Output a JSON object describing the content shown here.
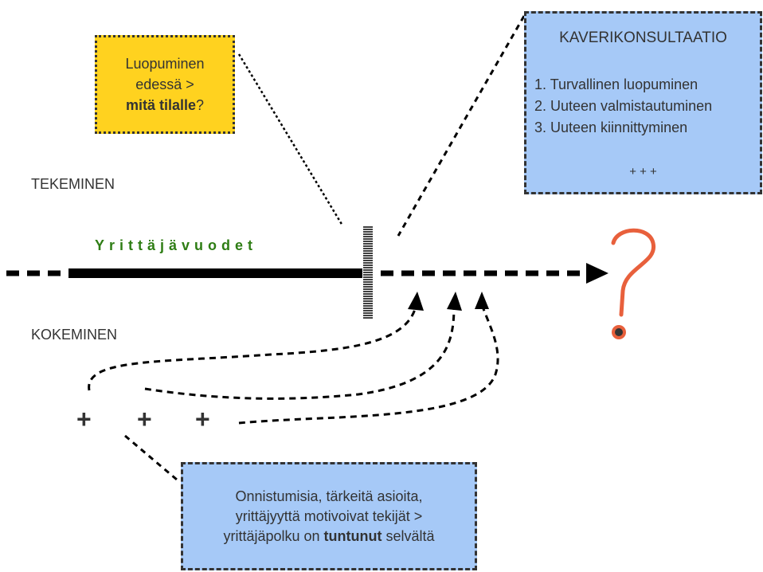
{
  "yellow_box": {
    "line1": "Luopuminen",
    "line2": "edessä >",
    "line3_bold": "mitä tilalle",
    "line3_end": "?"
  },
  "consult_box": {
    "title": "KAVERIKONSULTAATIO",
    "items": [
      "1. Turvallinen luopuminen",
      "2. Uuteen valmistautuminen",
      "3. Uuteen kiinnittyminen"
    ],
    "plus": "+ + +"
  },
  "labels": {
    "tekeminen": "TEKEMINEN",
    "kokeminen": "KOKEMINEN",
    "yrittajavuodet": "Yrittäjävuodet"
  },
  "pluses": [
    "+",
    "+",
    "+"
  ],
  "experience_box": {
    "line1": "Onnistumisia, tärkeitä asioita,",
    "line2": "yrittäjyyttä motivoivat tekijät >",
    "line3_start": "yrittäjäpolku on ",
    "line3_bold": "tuntunut",
    "line3_end": " selvältä"
  },
  "question_mark": "?",
  "colors": {
    "yellow": "#ffd21f",
    "blue": "#a6c9f7",
    "green": "#2e7d14",
    "question": "#e8603c"
  }
}
